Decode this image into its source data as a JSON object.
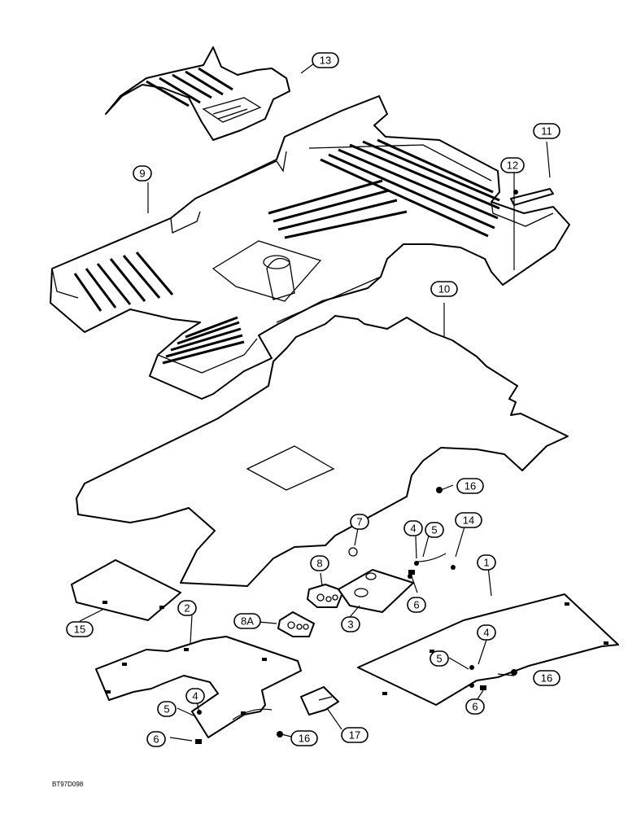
{
  "figure_code": "BT97D098",
  "callouts": [
    {
      "id": "c13",
      "label": "13"
    },
    {
      "id": "c11",
      "label": "11"
    },
    {
      "id": "c12",
      "label": "12"
    },
    {
      "id": "c9",
      "label": "9"
    },
    {
      "id": "c10",
      "label": "10"
    },
    {
      "id": "c16a",
      "label": "16"
    },
    {
      "id": "c14",
      "label": "14"
    },
    {
      "id": "c7",
      "label": "7"
    },
    {
      "id": "c4a",
      "label": "4"
    },
    {
      "id": "c5a",
      "label": "5"
    },
    {
      "id": "c8",
      "label": "8"
    },
    {
      "id": "c1",
      "label": "1"
    },
    {
      "id": "c8a",
      "label": "8A"
    },
    {
      "id": "c3",
      "label": "3"
    },
    {
      "id": "c6a",
      "label": "6"
    },
    {
      "id": "c15",
      "label": "15"
    },
    {
      "id": "c2",
      "label": "2"
    },
    {
      "id": "c4b",
      "label": "4"
    },
    {
      "id": "c5b",
      "label": "5"
    },
    {
      "id": "c16b",
      "label": "16"
    },
    {
      "id": "c6b",
      "label": "6"
    },
    {
      "id": "c4c",
      "label": "4"
    },
    {
      "id": "c5c",
      "label": "5"
    },
    {
      "id": "c17",
      "label": "17"
    },
    {
      "id": "c16c",
      "label": "16"
    },
    {
      "id": "c6c",
      "label": "6"
    }
  ]
}
